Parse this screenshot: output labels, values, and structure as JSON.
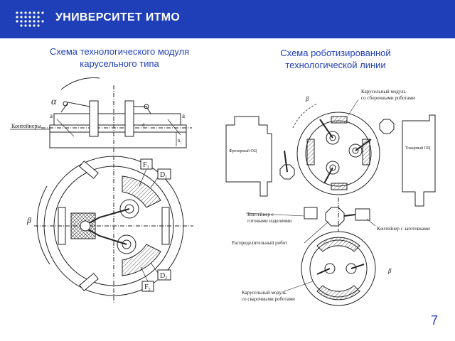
{
  "header": {
    "brand": "УНИВЕРСИТЕТ ИТМО",
    "color": "#1f3fb8"
  },
  "captions": {
    "left_line1": "Схема технологического модуля",
    "left_line2": "карусельного типа",
    "right_line1": "Схема роботизированной",
    "right_line2": "технологической линии"
  },
  "left_diagram": {
    "containers_label": "Контейнеры",
    "alpha": "α",
    "a_left": "a",
    "a_right": "a",
    "h1": "h₁",
    "d1": "d",
    "beta": "β",
    "f1": "F",
    "f1_sub": "1",
    "f2": "F",
    "f2_sub": "2",
    "d_top": "D",
    "d_top_sub": "1",
    "d_bottom": "D",
    "d_bottom_sub": "2"
  },
  "right_diagram": {
    "carousel_assembly_l1": "Карусельный модуль",
    "carousel_assembly_l2": "со сборочными роботами",
    "milling": "Фрезерный ОЦ",
    "turning": "Токарный ОЦ",
    "container_finished_l1": "Контейнер с",
    "container_finished_l2": "готовыми изделиями",
    "container_blanks": "Контейнер с заготовками",
    "distribution_robot": "Распределительный робот",
    "carousel_welding_l1": "Карусельный модуль",
    "carousel_welding_l2": "со сварочными роботами",
    "beta_top": "β",
    "beta_bottom": "β"
  },
  "page_number": "7"
}
